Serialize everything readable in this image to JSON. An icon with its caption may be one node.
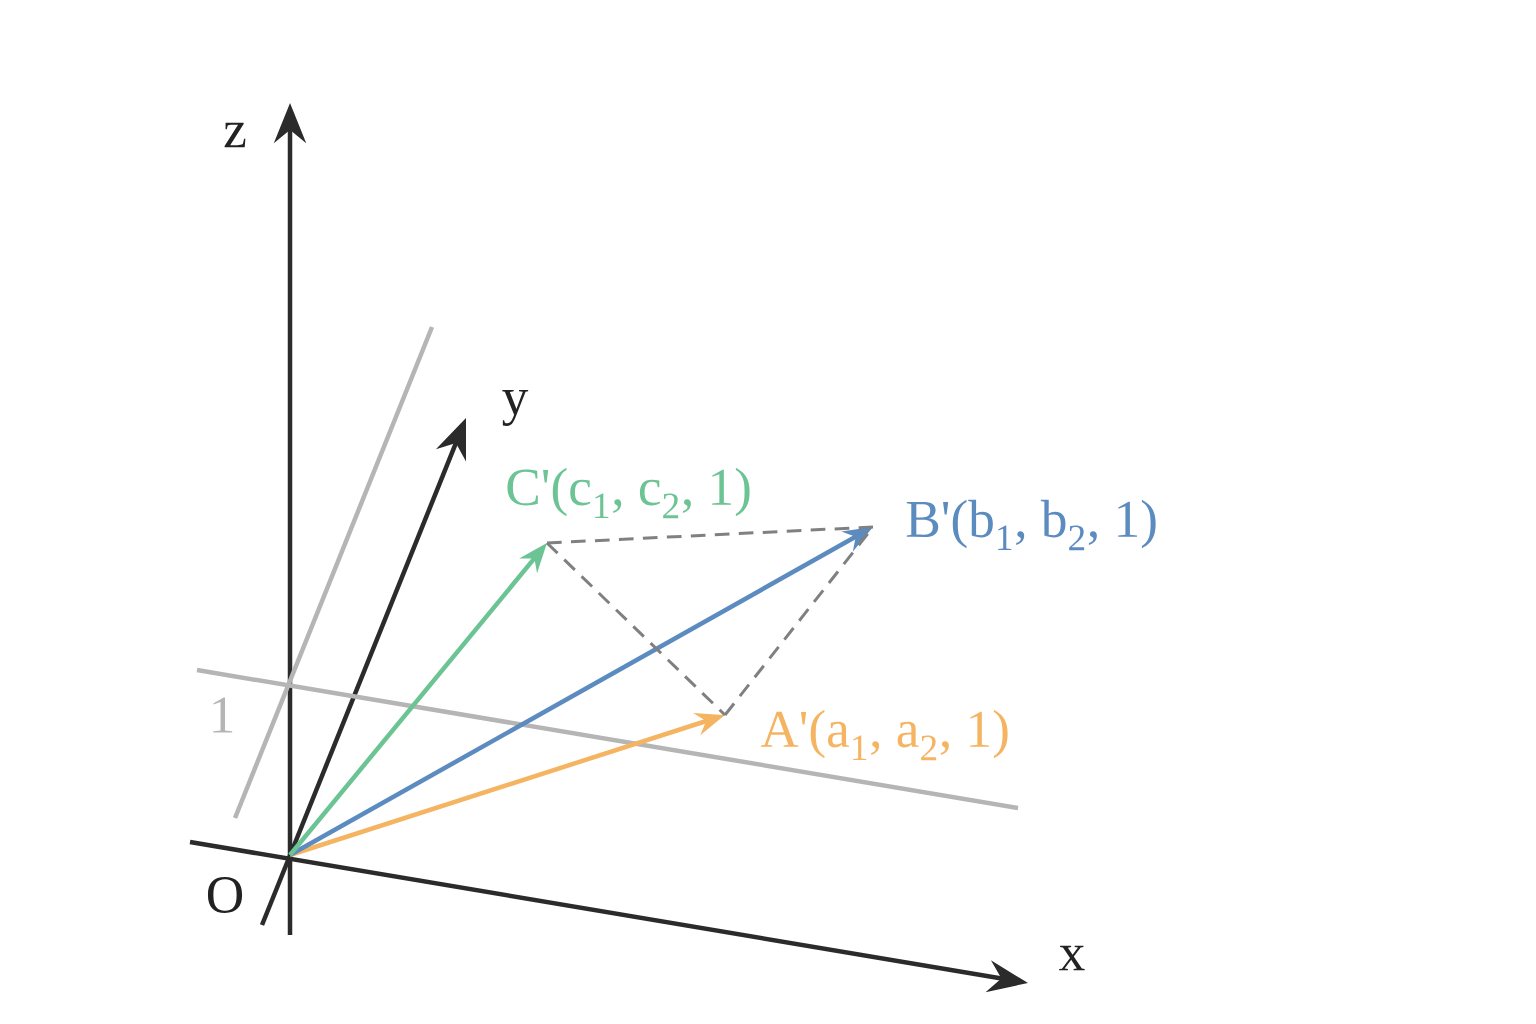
{
  "diagram": {
    "nodes": [
      {
        "text": [
          "O"
        ]
      },
      {
        "text": [
          "A'(a$_{1}$, a$_{2}$, 1)"
        ]
      },
      {
        "text": [
          "B'(b$_{1}$, b$_{2}$, 1)"
        ]
      },
      {
        "text": [
          "C'(c$_{1}$, c$_{2}$, 1)"
        ]
      }
    ],
    "edges": [
      {
        "from": 0,
        "to": 1,
        "arrow": "to",
        "color": "#f5b461"
      },
      {
        "from": 0,
        "to": 2,
        "arrow": "to",
        "color": "#5b8bbf"
      },
      {
        "from": 0,
        "to": 3,
        "arrow": "to",
        "color": "#6cc494"
      },
      {
        "from": 3,
        "to": 2,
        "arrow": "none",
        "style": "dashed",
        "color": "#808080"
      },
      {
        "from": 3,
        "to": 1,
        "arrow": "none",
        "style": "dashed",
        "color": "#808080"
      },
      {
        "from": 1,
        "to": 2,
        "arrow": "none",
        "style": "dashed",
        "color": "#808080"
      }
    ],
    "labels": [
      "z",
      "y",
      "1",
      "x"
    ]
  }
}
